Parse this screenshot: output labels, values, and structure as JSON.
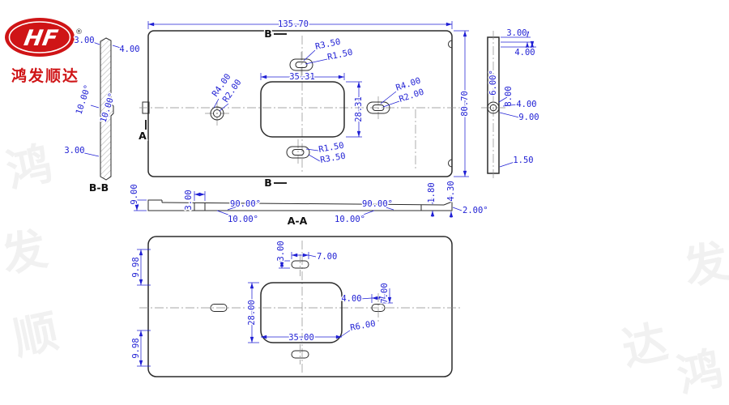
{
  "logo": {
    "brand": "HF",
    "reg": "®",
    "company": "鸿发顺达"
  },
  "colors": {
    "dim_blue": "#1f1fd4",
    "outline": "#2b2b2b",
    "logo_red": "#cf1416"
  },
  "sections": {
    "bb": "B-B",
    "aa": "A-A",
    "b_top": "B",
    "b_bottom": "B",
    "a_marker": "A"
  },
  "left_view": {
    "t3": "3.00",
    "t4": "4.00",
    "ang1": "10.00°",
    "ang2": "10.00°",
    "b3": "3.00"
  },
  "main_view": {
    "width": "135.70",
    "height": "80.70",
    "center_w": "35.31",
    "center_h": "28.31",
    "top_r_out": "R3.50",
    "top_r_in": "R1.50",
    "left_r_out": "R4.00",
    "left_r_in": "R2.00",
    "right_r_out": "R4.00",
    "right_r_in": "R2.00",
    "bot_r_in": "R1.50",
    "bot_r_out": "R3.50"
  },
  "right_view": {
    "t3": "3.00",
    "t4": "4.00",
    "ang6": "6.00°",
    "d8": "8.00",
    "d4": "4.00",
    "d9": "9.00",
    "b15": "1.50"
  },
  "section_aa": {
    "d9": "9.00",
    "d3": "3.00",
    "ang90l": "90.00°",
    "ang10l": "10.00°",
    "ang10r": "10.00°",
    "ang90r": "90.00°",
    "d18": "1.80",
    "d43": "4.30",
    "ang2": "2.00°"
  },
  "bottom_view": {
    "d3": "3.00",
    "t7": "7.00",
    "l998t": "9.98",
    "l998b": "9.98",
    "d28": "28.00",
    "d4": "4.00",
    "r7": "7.00",
    "d35": "35.00",
    "r6": "R6.00"
  },
  "watermarks": [
    "鸿",
    "发",
    "顺",
    "达",
    "鸿",
    "发"
  ]
}
